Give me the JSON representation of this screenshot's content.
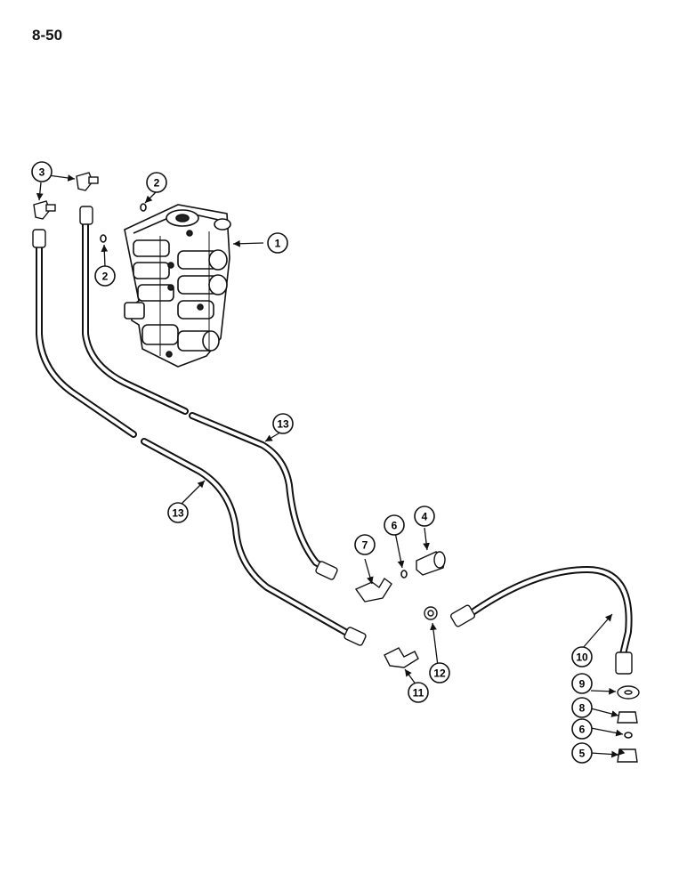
{
  "page_number": "8-50",
  "callouts": [
    {
      "label": "1"
    },
    {
      "label": "2"
    },
    {
      "label": "2"
    },
    {
      "label": "3"
    },
    {
      "label": "4"
    },
    {
      "label": "5"
    },
    {
      "label": "6"
    },
    {
      "label": "6"
    },
    {
      "label": "7"
    },
    {
      "label": "8"
    },
    {
      "label": "9"
    },
    {
      "label": "10"
    },
    {
      "label": "11"
    },
    {
      "label": "12"
    },
    {
      "label": "13"
    },
    {
      "label": "13"
    }
  ]
}
